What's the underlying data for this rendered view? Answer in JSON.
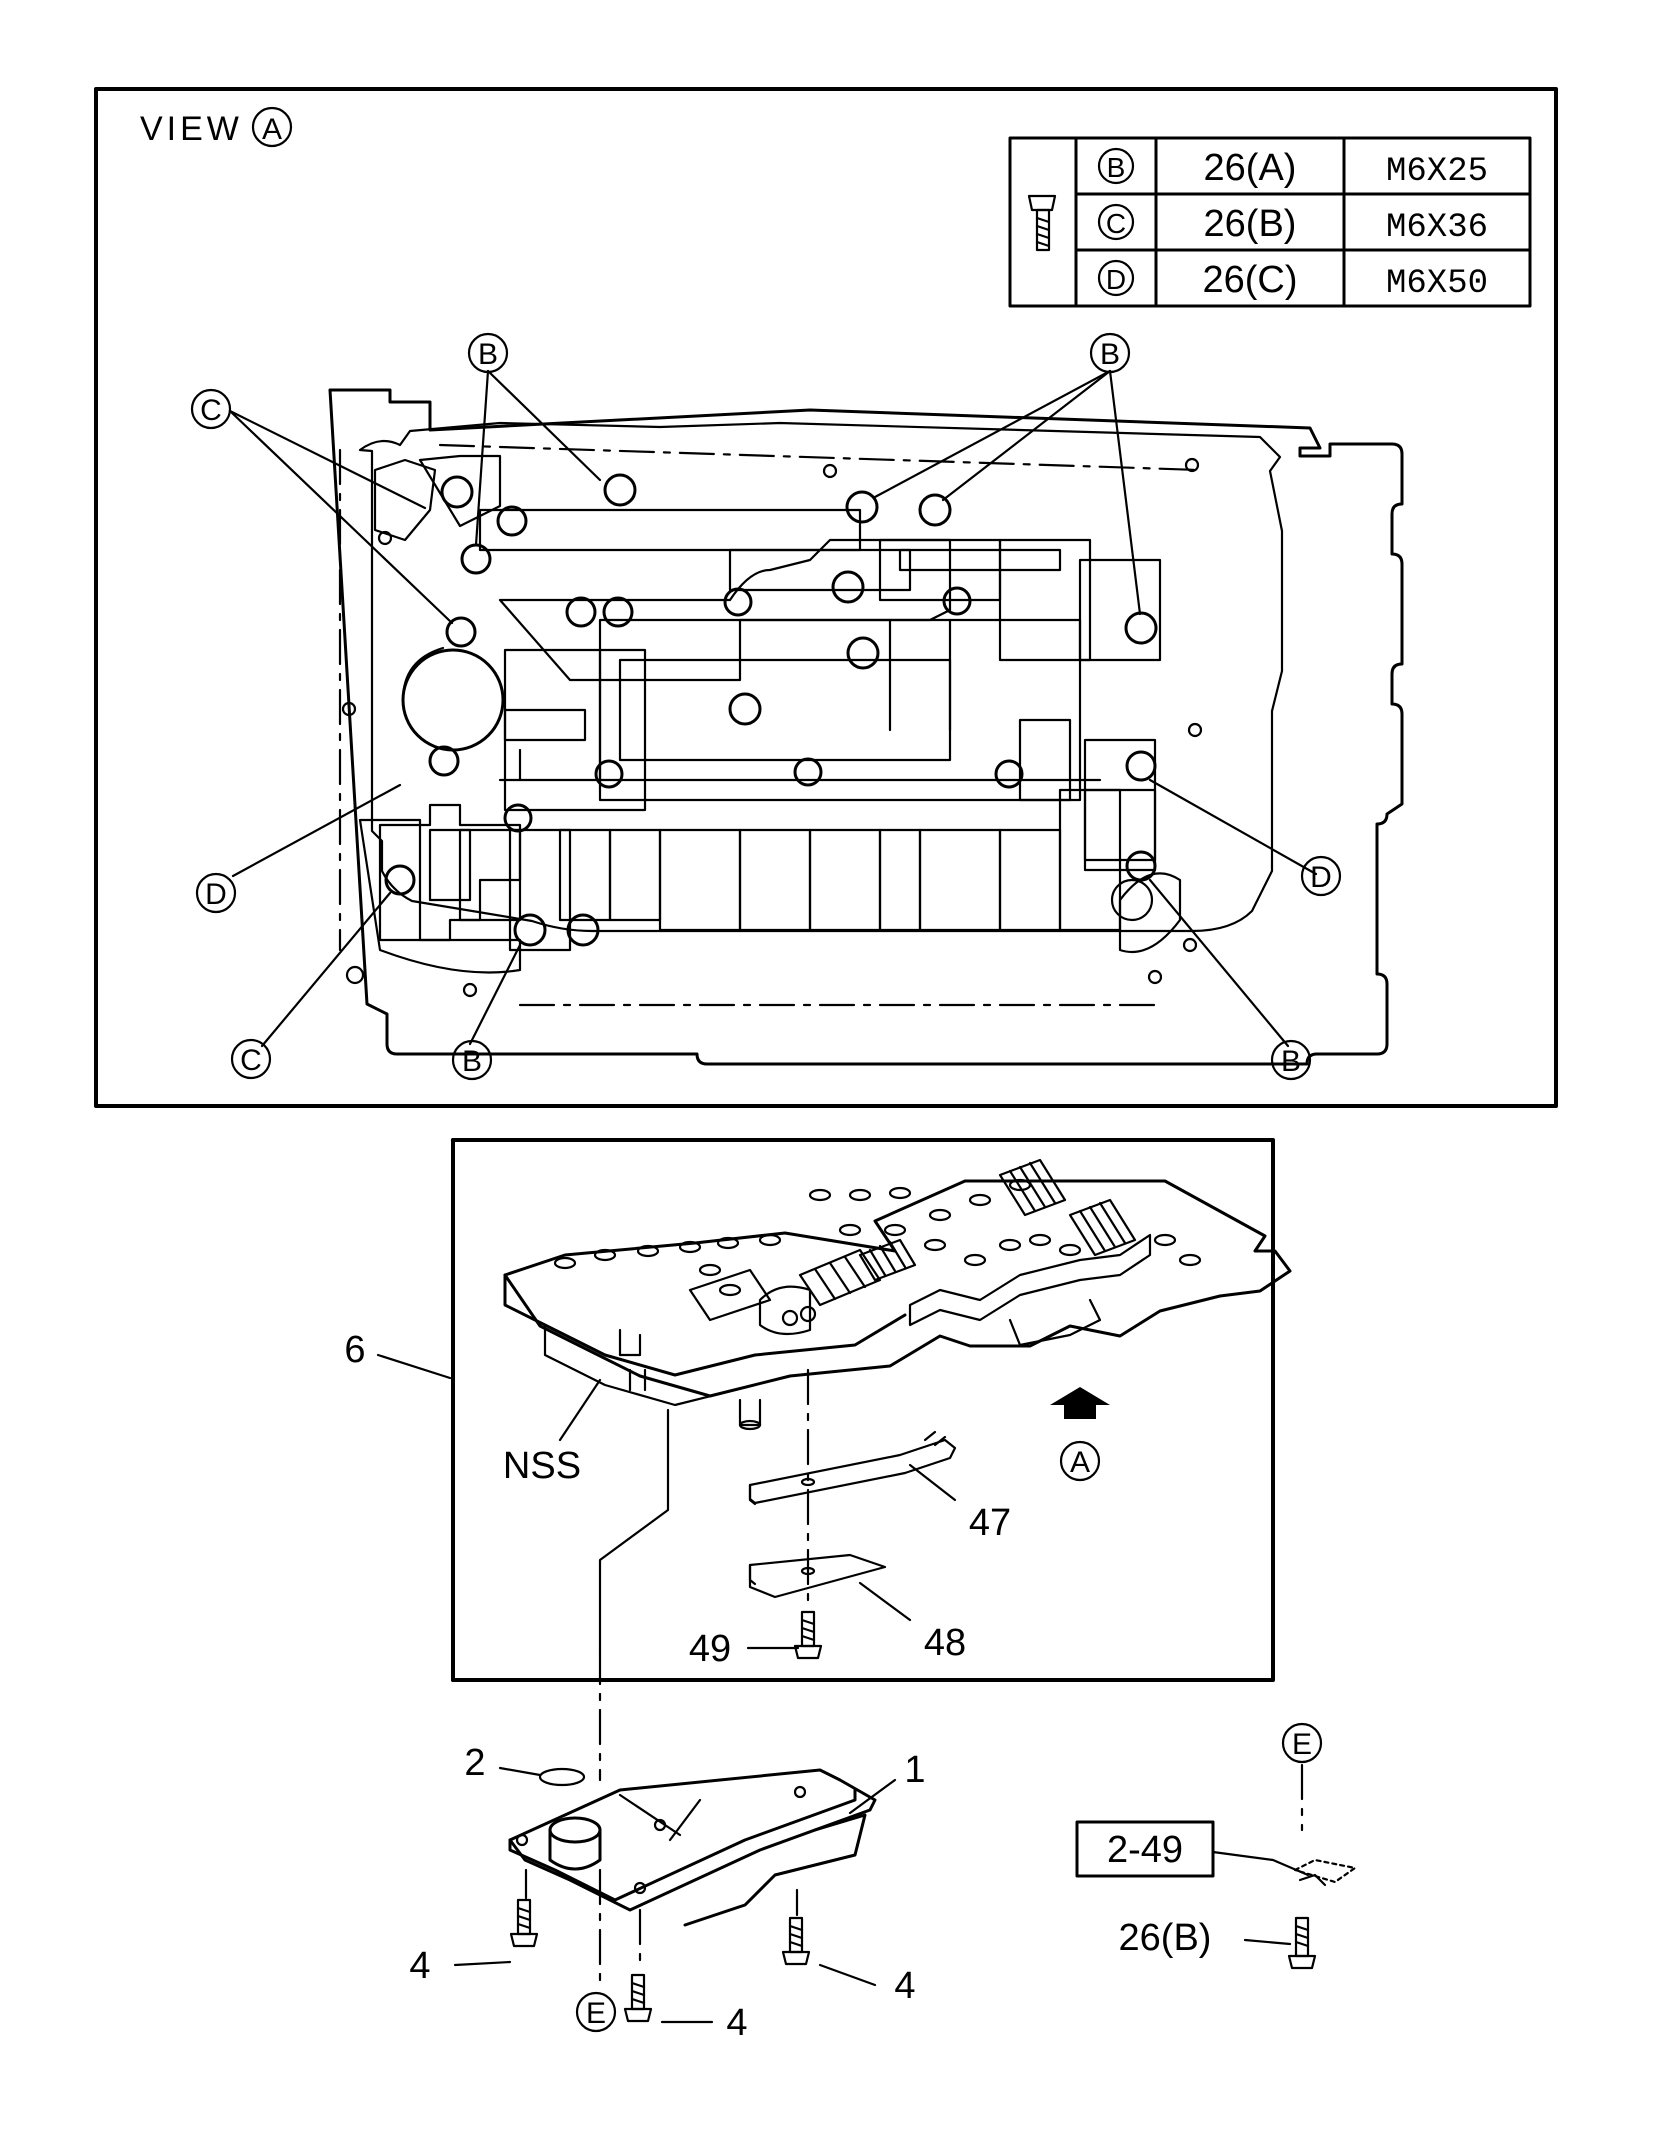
{
  "view_box": {
    "title": "VIEW",
    "title_circle": "A",
    "bolt_table": [
      {
        "letter": "B",
        "part": "26(A)",
        "size": "M6X25"
      },
      {
        "letter": "C",
        "part": "26(B)",
        "size": "M6X36"
      },
      {
        "letter": "D",
        "part": "26(C)",
        "size": "M6X50"
      }
    ],
    "callouts": {
      "b_top_left": "B",
      "b_top_right": "B",
      "c_top_left": "C",
      "d_left": "D",
      "d_right": "D",
      "c_bottom_left": "C",
      "b_bottom_mid": "B",
      "b_bottom_right": "B"
    }
  },
  "exploded": {
    "part_6": "6",
    "nss": "NSS",
    "view_arrow": "A",
    "part_47": "47",
    "part_48": "48",
    "part_49": "49",
    "part_2": "2",
    "part_1": "1",
    "part_4_left": "4",
    "part_4_right": "4",
    "part_4_bottom": "4",
    "e_bottom": "E",
    "e_side": "E",
    "ref_box": "2-49",
    "part_26b": "26(B)"
  }
}
